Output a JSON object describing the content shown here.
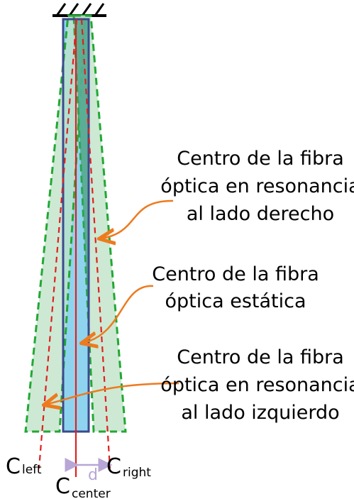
{
  "annotations": {
    "right": [
      "Centro de la fibra",
      "óptica en resonancia",
      "al lado derecho"
    ],
    "static": [
      "Centro de la fibra",
      "óptica estática"
    ],
    "left": [
      "Centro de la fibra",
      "óptica en resonancia",
      "al lado izquierdo"
    ]
  },
  "symbols": {
    "left": {
      "main": "C",
      "sub": "left"
    },
    "center": {
      "main": "C",
      "sub": "center"
    },
    "right": {
      "main": "C",
      "sub": "right"
    }
  },
  "distance_label": "d",
  "colors": {
    "resonance_fill": "#bfe3c8",
    "resonance_stroke": "#22a833",
    "overlap_fill": "#4fae8c",
    "static_fill": "#8fd4ef",
    "static_stroke": "#3b4a8c",
    "center_lines": "#e02020",
    "arrows": "#ee7a1e",
    "distance": "#b7a6d6"
  }
}
